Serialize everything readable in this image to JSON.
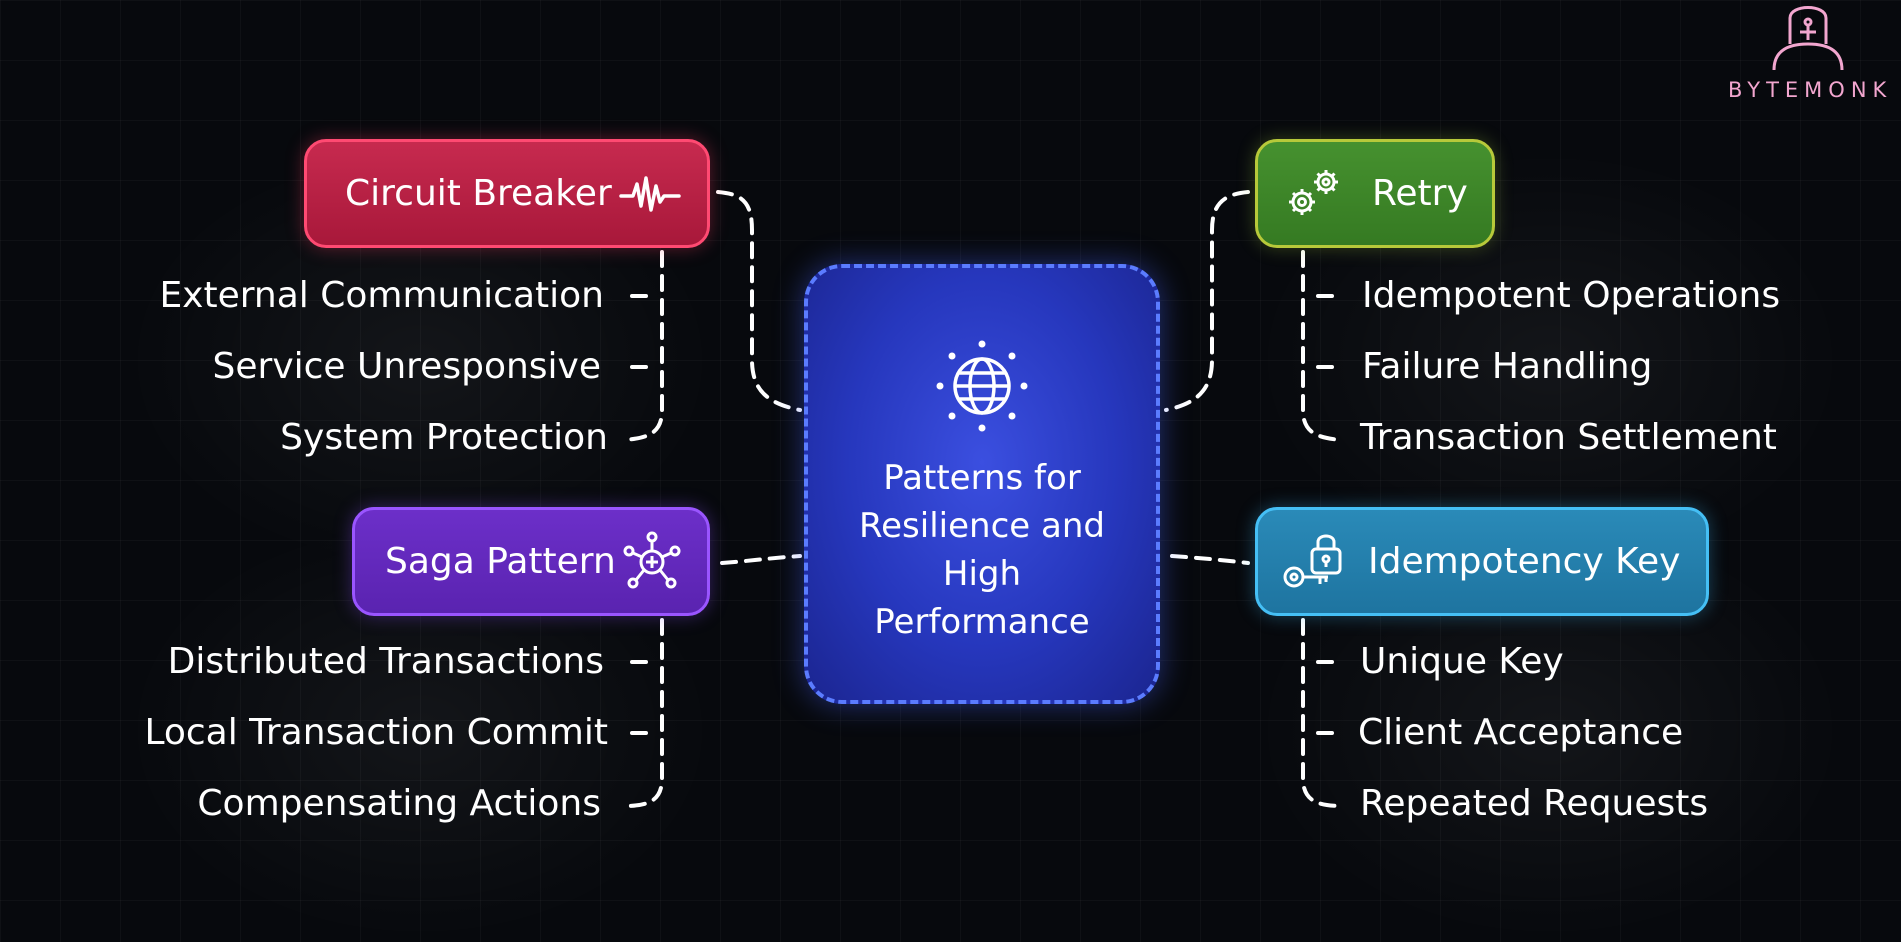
{
  "brand": {
    "name": "BYTEMONK",
    "logo_icon": "monk-avatar-icon",
    "color": "#f2a6cf"
  },
  "center": {
    "title": "Patterns for Resilience and High Performance",
    "icon": "globe-icon"
  },
  "patterns": {
    "circuit_breaker": {
      "label": "Circuit Breaker",
      "icon": "pulse-icon",
      "color": "#c72a4f",
      "items": [
        "External Communication",
        "Service Unresponsive",
        "System Protection"
      ]
    },
    "retry": {
      "label": "Retry",
      "icon": "gears-icon",
      "color": "#46912f",
      "items": [
        "Idempotent Operations",
        "Failure Handling",
        "Transaction Settlement"
      ]
    },
    "saga": {
      "label": "Saga Pattern",
      "icon": "network-hub-icon",
      "color": "#6c2fc9",
      "items": [
        "Distributed Transactions",
        "Local Transaction Commit",
        "Compensating Actions"
      ]
    },
    "idempotency_key": {
      "label": "Idempotency Key",
      "icon": "lock-key-icon",
      "color": "#2a8ab8",
      "items": [
        "Unique Key",
        "Client Acceptance",
        "Repeated Requests"
      ]
    }
  }
}
